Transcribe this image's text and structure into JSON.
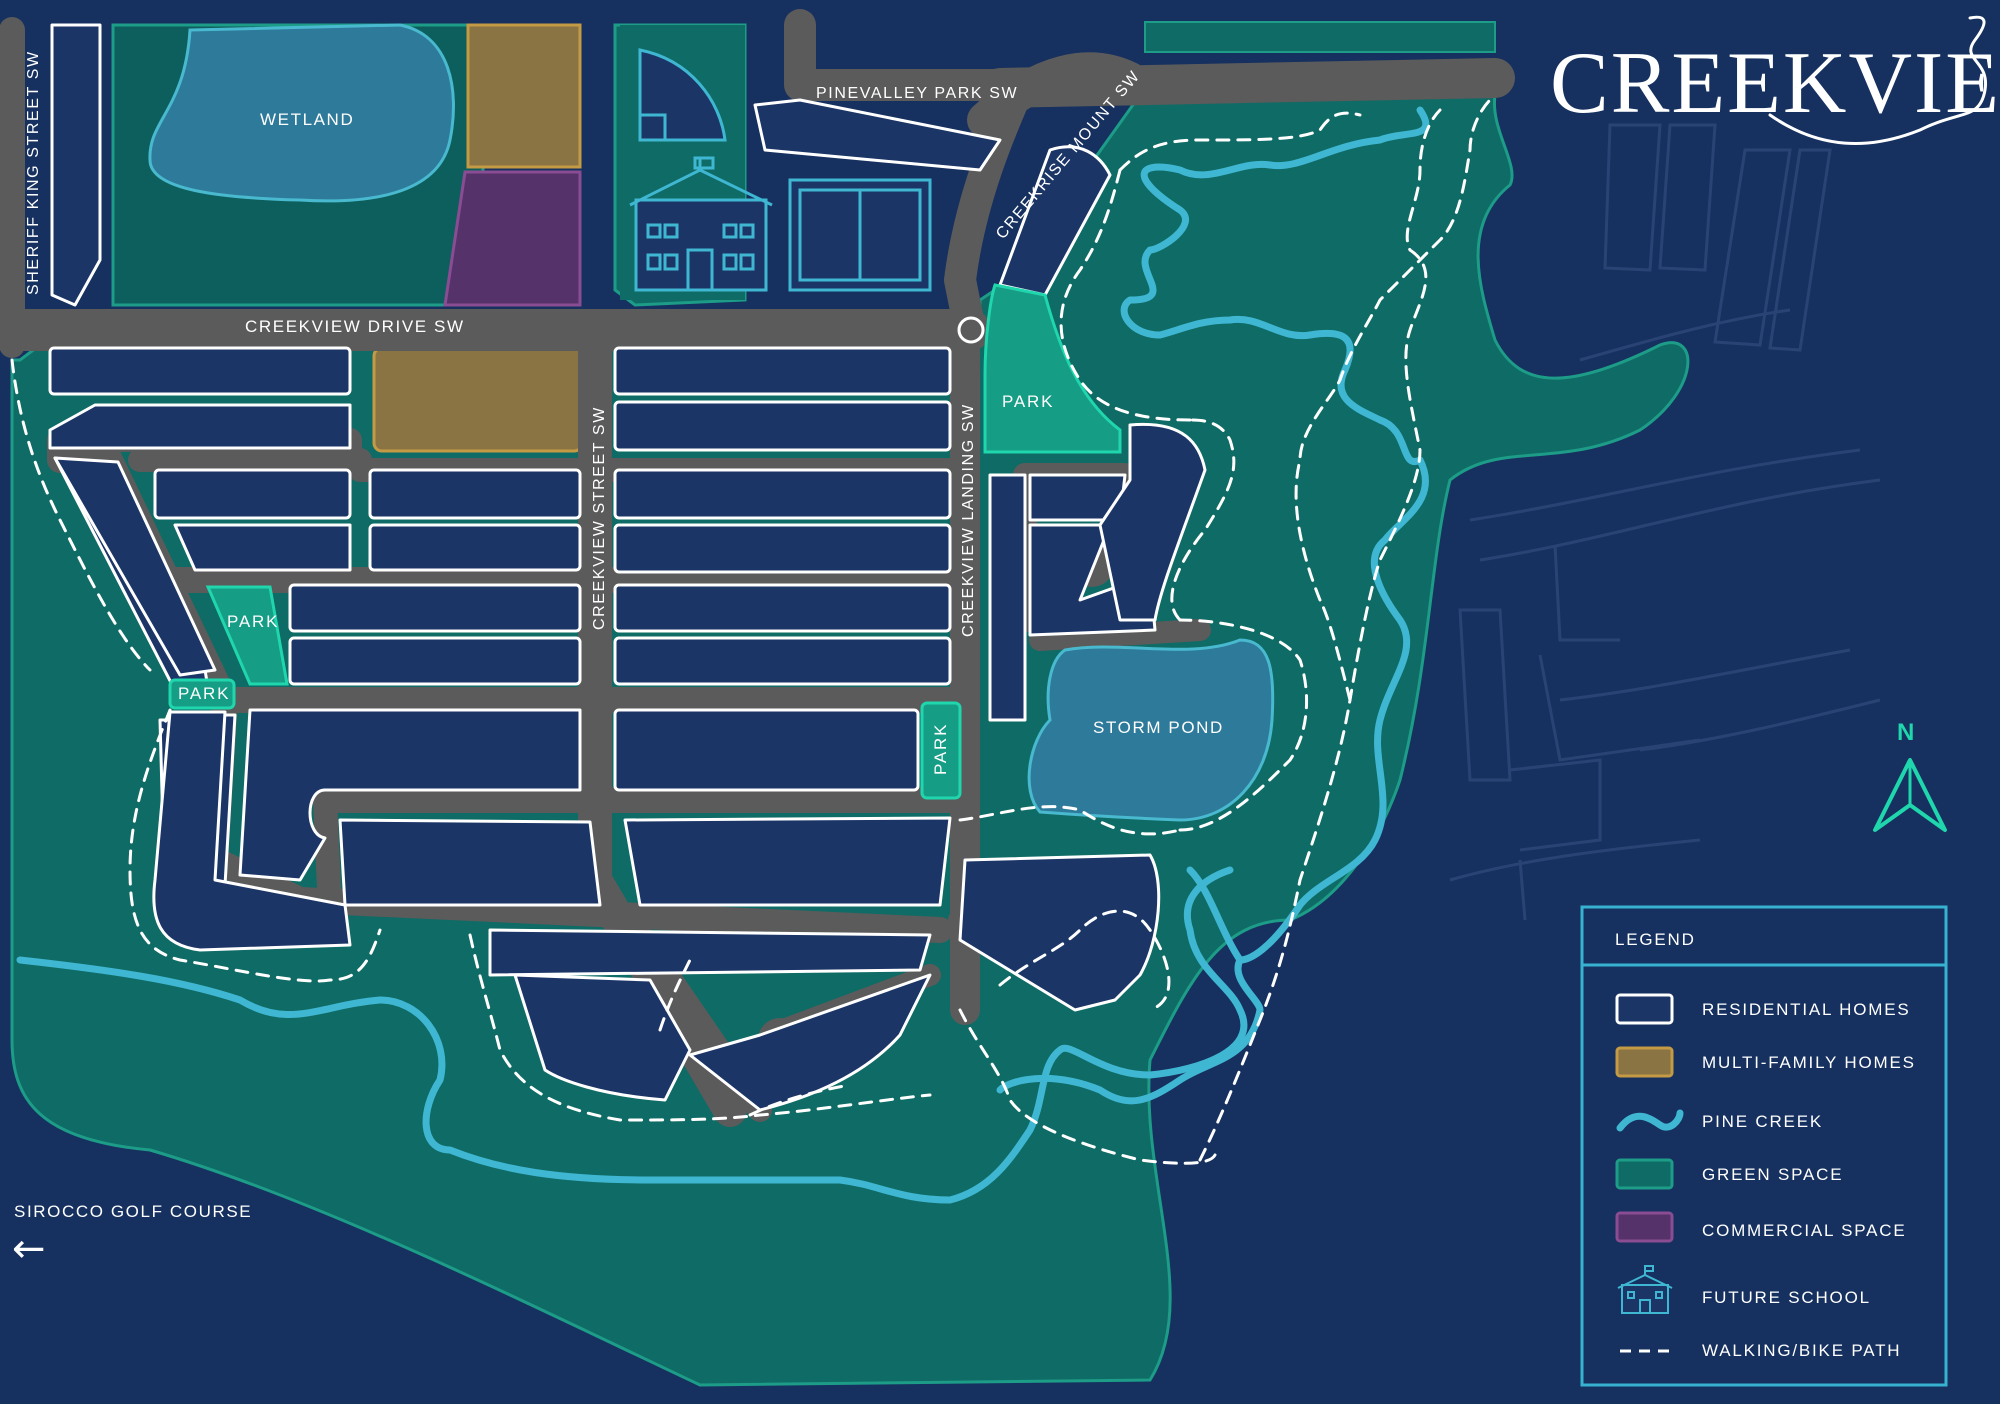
{
  "logo": {
    "text": "CREEKVIEW"
  },
  "colors": {
    "background": "#16305f",
    "residential": "#1b3566",
    "green_space": "#0f6b65",
    "green_space_dark": "#0c5f5c",
    "park": "#169d86",
    "multi_family": "#8b7444",
    "commercial": "#55336a",
    "water": "#2e7a9a",
    "creek": "#3fb7d2",
    "road": "#5b5b5b",
    "legend_border": "#37b2d0"
  },
  "streets": {
    "sheriff_king": "SHERIFF KING STREET SW",
    "pinevalley": "PINEVALLEY PARK SW",
    "creekrise": "CREEKRISE MOUNT SW",
    "creekview_drive": "CREEKVIEW DRIVE SW",
    "creekview_street": "CREEKVIEW STREET SW",
    "creekview_landing": "CREEKVIEW LANDING SW"
  },
  "areas": {
    "wetland": "WETLAND",
    "storm_pond": "STORM POND",
    "park": "PARK"
  },
  "offsite": {
    "golf_course": "SIROCCO GOLF COURSE",
    "golf_arrow": "←"
  },
  "compass": {
    "label": "N"
  },
  "legend": {
    "title": "LEGEND",
    "items": [
      {
        "label": "RESIDENTIAL HOMES",
        "icon": "residential-swatch"
      },
      {
        "label": "MULTI-FAMILY HOMES",
        "icon": "multi-family-swatch"
      },
      {
        "label": "PINE CREEK",
        "icon": "creek-wave-icon"
      },
      {
        "label": "GREEN SPACE",
        "icon": "green-space-swatch"
      },
      {
        "label": "COMMERCIAL SPACE",
        "icon": "commercial-swatch"
      },
      {
        "label": "FUTURE SCHOOL",
        "icon": "school-icon"
      },
      {
        "label": "WALKING/BIKE PATH",
        "icon": "dashed-line-icon"
      }
    ]
  }
}
